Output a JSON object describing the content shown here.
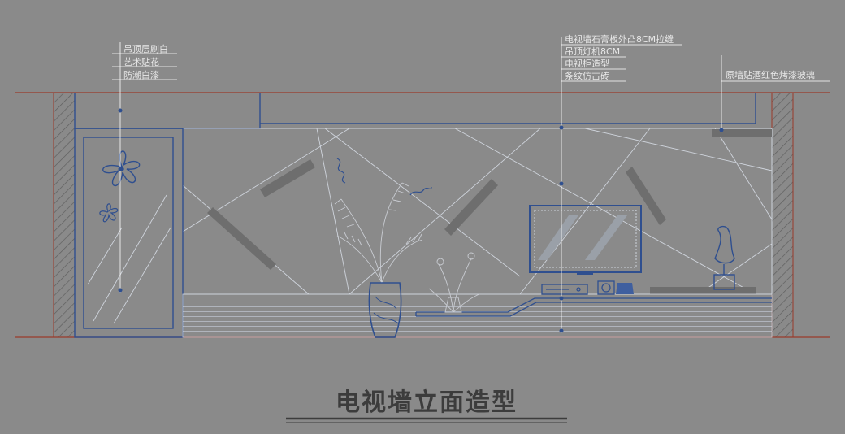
{
  "colors": {
    "background": "#8a8a8a",
    "line_blue": "#2f4f8f",
    "line_light": "#cfd4dc",
    "line_red": "#9a3a2a",
    "hatch": "#6f6f6f",
    "strip": "#6e6e6e",
    "leader": "#ffffff",
    "title": "#3c3c3c"
  },
  "annotations": {
    "left": [
      "吊顶层刷白",
      "艺术贴花",
      "防潮白漆"
    ],
    "center": [
      "电视墙石膏板外凸8CM拉缝",
      "吊顶灯机8CM",
      "电视柜造型",
      "条纹仿古砖"
    ],
    "right": [
      "原墙贴酒红色烤漆玻璃"
    ]
  },
  "title": "电视墙立面造型",
  "icons": [
    "flower-decal-icon",
    "plant-icon",
    "vase-icon",
    "tv-icon",
    "dvd-player-icon",
    "speaker-icon",
    "sculpture-icon",
    "orchid-icon"
  ]
}
